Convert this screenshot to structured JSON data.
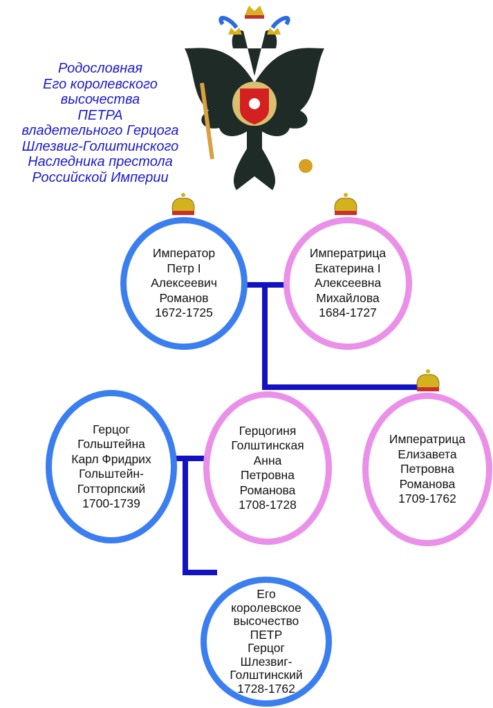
{
  "title": [
    "Родословная",
    "Его королевского",
    "высочества",
    "ПЕТРА",
    "владетельного Герцога",
    "Шлезвиг-Голштинского",
    "Наследника престола",
    "Российской Империи"
  ],
  "colors": {
    "male": "#3a7ef0",
    "female": "#ea90e8",
    "connector": "#1212c0",
    "title": "#1a1acc"
  },
  "persons": [
    {
      "lines": [
        "Император",
        "Петр I",
        "Алексеевич",
        "Романов",
        "1672-1725"
      ]
    },
    {
      "lines": [
        "Императрица",
        "Екатерина I",
        "Алексеевна",
        "Михайлова",
        "1684-1727"
      ]
    },
    {
      "lines": [
        "Герцог",
        "Гольштейна",
        "Карл Фридрих",
        "Гольштейн-",
        "Готторпский",
        "1700-1739"
      ]
    },
    {
      "lines": [
        "Герцогиня",
        "Голштинская",
        "Анна",
        "Петровна",
        "Романова",
        "1708-1728"
      ]
    },
    {
      "lines": [
        "Императрица",
        "Елизавета",
        "Петровна",
        "Романова",
        "1709-1762"
      ]
    },
    {
      "lines": [
        "Его",
        "королевское",
        "высочество",
        "ПЕТР",
        "Герцог",
        "Шлезвиг-",
        "Голштинский",
        "1728-1762"
      ]
    }
  ]
}
